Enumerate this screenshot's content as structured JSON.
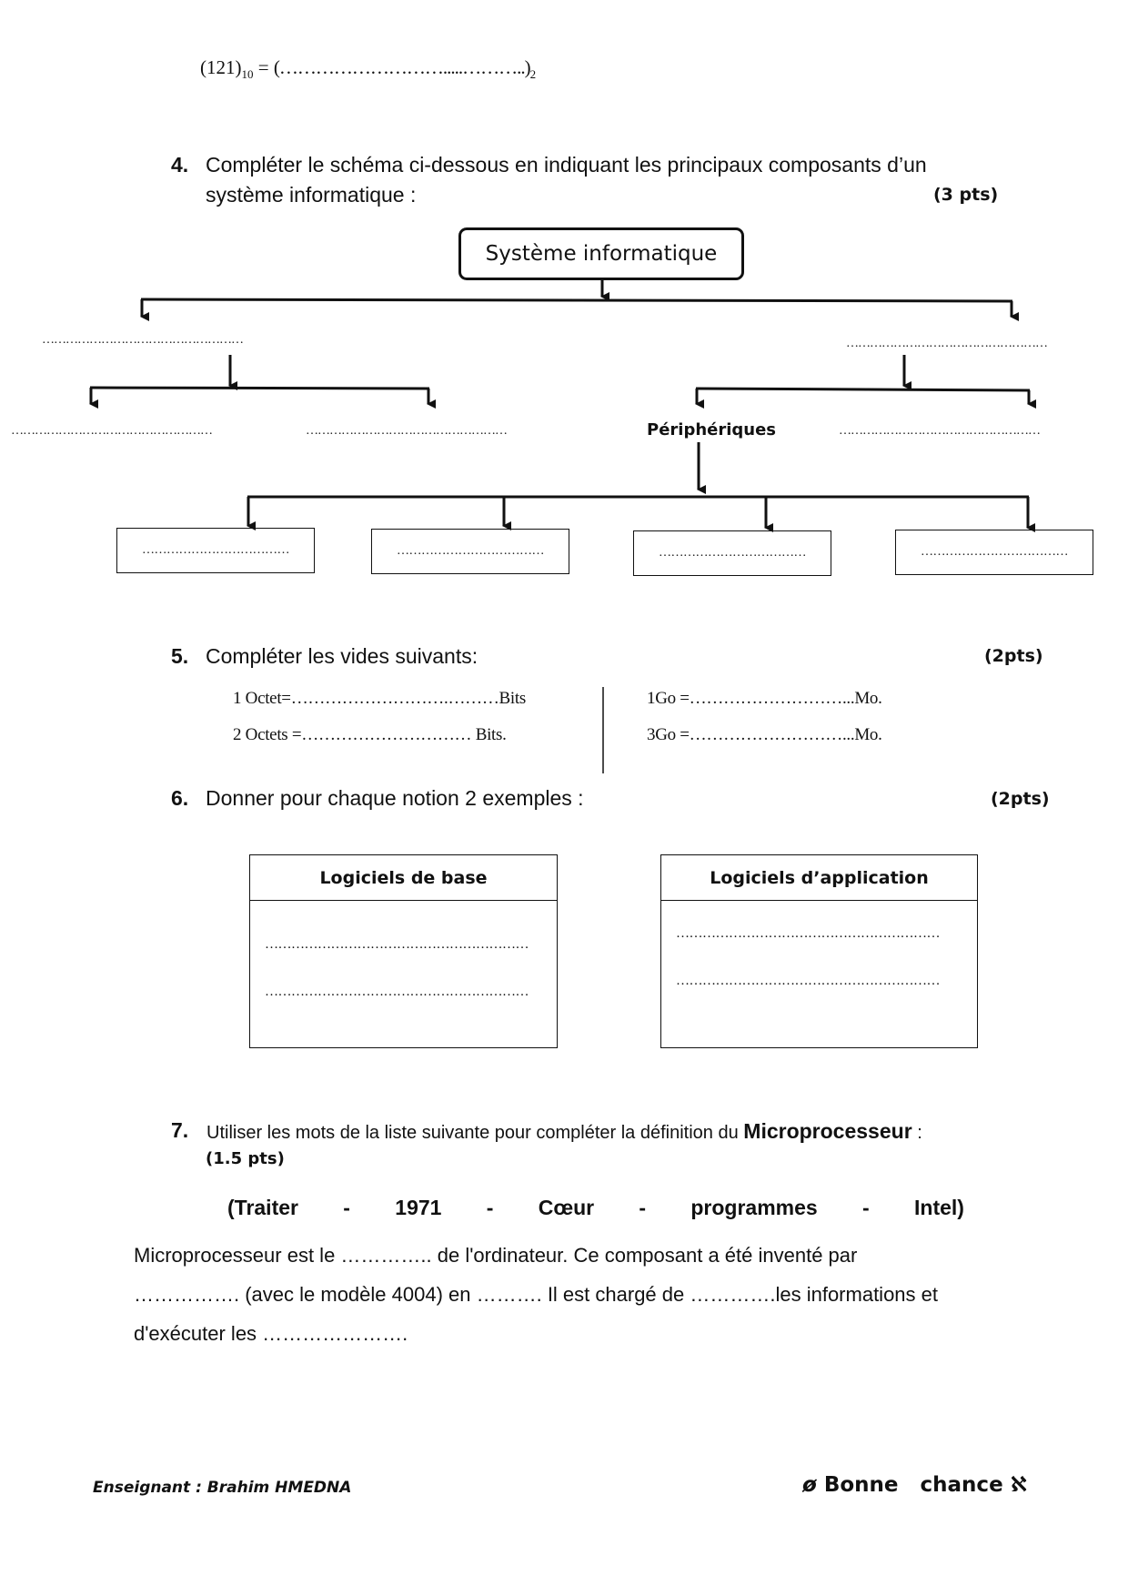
{
  "conversion": {
    "lhs": "(121)",
    "lhs_base": "10",
    "equals": " = ",
    "rhs": "(……………………….....………..)",
    "rhs_base": "2"
  },
  "q4": {
    "number": "4.",
    "text_line1": "Compléter le schéma ci-dessous en indiquant les principaux composants d’un",
    "text_line2": "système informatique :",
    "points": "(3 pts)",
    "diagram": {
      "root": "Système informatique",
      "left_blank": "……………………………………………",
      "right_blank": "……………………………………………",
      "left_child1": "……………………………………………",
      "left_child2": "……………………………………………",
      "right_child_label": "Périphériques",
      "right_child2": "……………………………………………",
      "leaves": [
        "………………………………",
        "………………………………",
        "………………………………",
        "………………………………"
      ]
    }
  },
  "q5": {
    "number": "5.",
    "text": "Compléter les vides suivants:",
    "points": "(2pts)",
    "left_items": [
      "1 Octet=……………………….………Bits",
      "2 Octets =………………………… Bits."
    ],
    "right_items": [
      "1Go =………………………...Mo.",
      "3Go =………………………...Mo."
    ]
  },
  "q6": {
    "number": "6.",
    "text": "Donner pour chaque notion 2  exemples :",
    "points": "(2pts)",
    "tables": [
      {
        "title": "Logiciels de base",
        "lines": [
          "……………………………………………………",
          "……………………………………………………"
        ]
      },
      {
        "title": "Logiciels d’application",
        "lines": [
          "……………………………………………………",
          "……………………………………………………"
        ]
      }
    ]
  },
  "q7": {
    "number": "7.",
    "text_before": "Utiliser les mots de la liste suivante pour compléter la définition du ",
    "text_bold": "Microprocesseur",
    "text_after": " :",
    "points": "(1.5 pts)",
    "word_list": [
      "(Traiter",
      "-",
      "1971",
      "-",
      "Cœur",
      "-",
      "programmes",
      "-",
      "Intel)"
    ],
    "paragraph_lines": [
      "Microprocesseur  est le ………….. de l'ordinateur. Ce composant a été inventé par",
      "……………. (avec le modèle 4004) en ………. Il est chargé de ………….les informations et",
      "d'exécuter les  …………………."
    ]
  },
  "footer": {
    "teacher": "Enseignant : Brahim HMEDNA",
    "wish": "Bonne   chance",
    "left_symbol": "ø",
    "right_symbol": "ℵ"
  }
}
